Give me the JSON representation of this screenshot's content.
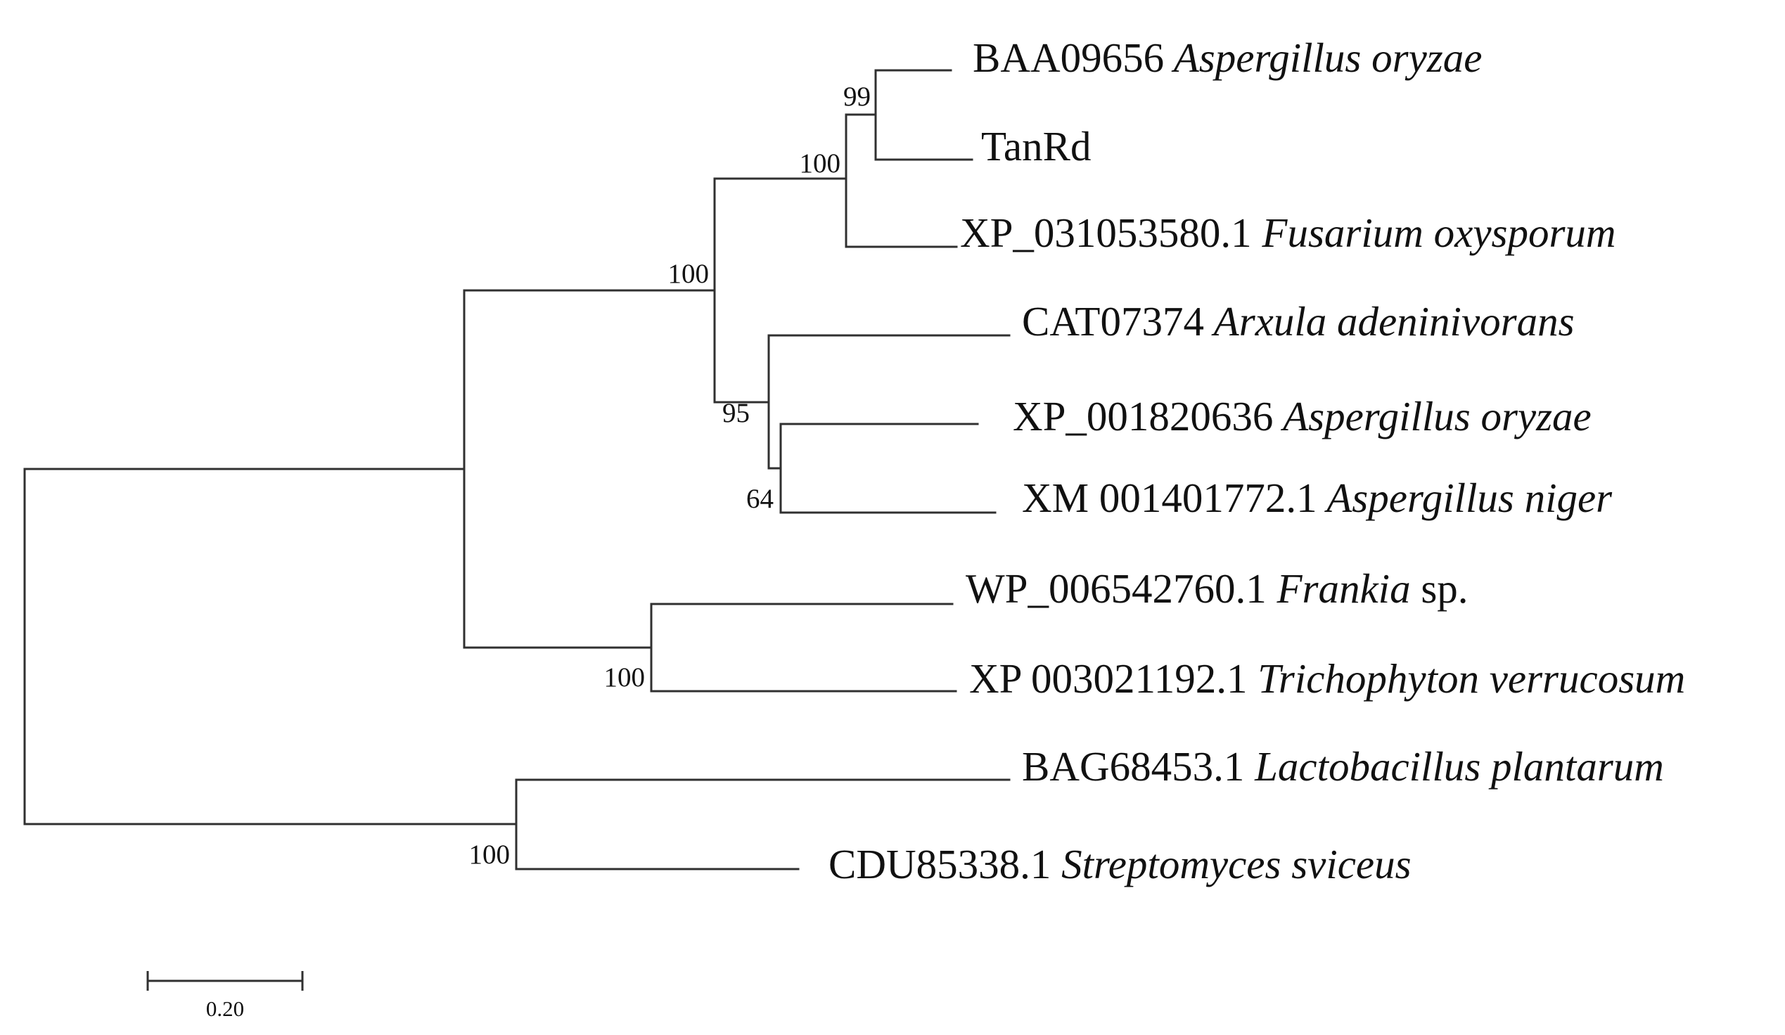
{
  "tree": {
    "leaves": [
      {
        "id": "baa09656",
        "accession": "BAA09656",
        "species": "Aspergillus oryzae",
        "suffix": ""
      },
      {
        "id": "tanrd",
        "accession": "TanRd",
        "species": "",
        "suffix": ""
      },
      {
        "id": "xp031053580",
        "accession": "XP_031053580.1",
        "species": "Fusarium oxysporum",
        "suffix": ""
      },
      {
        "id": "cat07374",
        "accession": "CAT07374",
        "species": "Arxula adeninivorans",
        "suffix": ""
      },
      {
        "id": "xp001820636",
        "accession": "XP_001820636",
        "species": "Aspergillus oryzae",
        "suffix": ""
      },
      {
        "id": "xm001401772",
        "accession": "XM 001401772.1",
        "species": "Aspergillus niger",
        "suffix": ""
      },
      {
        "id": "wp006542760",
        "accession": "WP_006542760.1",
        "species": "Frankia",
        "suffix": "sp."
      },
      {
        "id": "xp003021192",
        "accession": "XP 003021192.1",
        "species": "Trichophyton verrucosum",
        "suffix": ""
      },
      {
        "id": "bag68453",
        "accession": "BAG68453.1",
        "species": "Lactobacillus plantarum",
        "suffix": ""
      },
      {
        "id": "cdu85338",
        "accession": "CDU85338.1",
        "species": "Streptomyces sviceus",
        "suffix": ""
      }
    ],
    "bootstrap_values": [
      {
        "node": "baa09656-tanrd",
        "value": "99"
      },
      {
        "node": "fusarium-clade",
        "value": "100"
      },
      {
        "node": "ascomycete-clade",
        "value": "100"
      },
      {
        "node": "arxula-clade",
        "value": "95"
      },
      {
        "node": "oryzae-niger",
        "value": "64"
      },
      {
        "node": "frankia-trichophyton",
        "value": "100"
      },
      {
        "node": "lactobacillus-streptomyces",
        "value": "100"
      }
    ]
  },
  "scale_bar": {
    "value": 0.2,
    "label": "0.20"
  }
}
